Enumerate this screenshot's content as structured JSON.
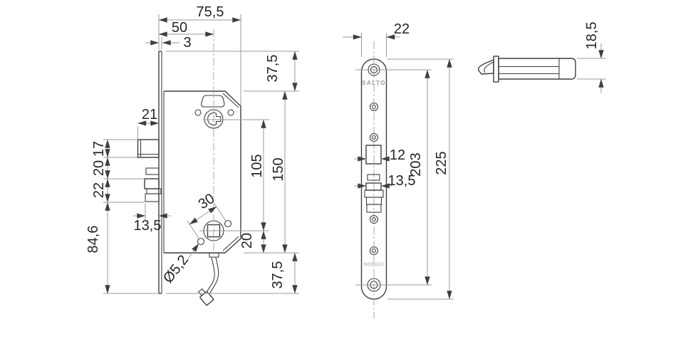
{
  "drawing": {
    "background": "#ffffff",
    "line_color": "#3f3f3f",
    "dim_line_color": "#9b9b9b",
    "text_color": "#262626",
    "views": {
      "lock_body": {
        "name": "lock case side view",
        "dims": {
          "overall_depth": "75,5",
          "backset": "50",
          "faceplate_thickness": "3",
          "top_margin": "37,5",
          "latch_protrusion": "21",
          "latch_height": "17",
          "latch_to_deadbolt_gap": "20",
          "deadbolt_height": "22",
          "deadbolt_throw": "13,5",
          "lower_section": "84,6",
          "fixing_hole_spacing": "30",
          "fixing_hole_diameter": "Ø5,2",
          "cylinder_to_follower": "105",
          "case_height": "150",
          "follower_to_case_bottom": "20",
          "bottom_margin": "37,5"
        }
      },
      "faceplate": {
        "name": "faceplate front view",
        "brand": "SALTO",
        "series": "NORDIC",
        "dims": {
          "width": "22",
          "latch_cutout_width": "12",
          "deadbolt_cutout_width": "13,5",
          "screw_hole_spacing": "203",
          "height": "225"
        }
      },
      "latch_bolt": {
        "name": "latch bolt side profile",
        "dims": {
          "height": "18,5"
        }
      }
    }
  }
}
